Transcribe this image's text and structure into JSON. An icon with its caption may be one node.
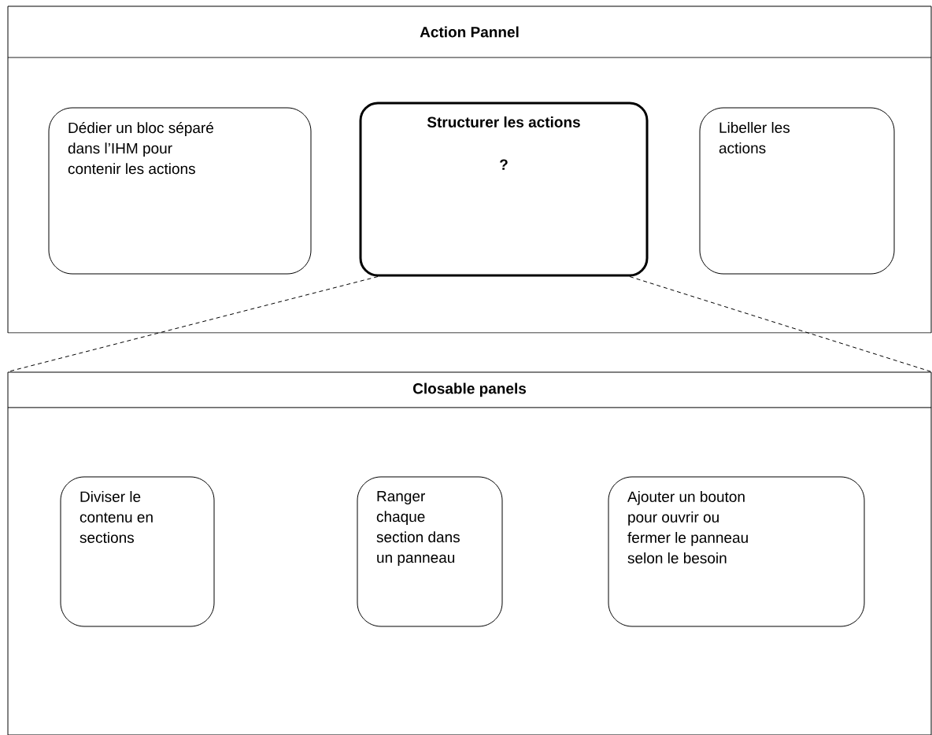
{
  "diagram": {
    "nodes": [
      {
        "text": [
          "Action Pannel"
        ]
      },
      {
        "text": [
          "Dédier un bloc séparé dans l’IHM pour contenir les actions"
        ],
        "in": 0
      },
      {
        "text": [
          "Structurer les actions",
          "?"
        ],
        "in": 0
      },
      {
        "text": [
          "Libeller les actions"
        ],
        "in": 0
      },
      {
        "text": [
          "Closable panels"
        ]
      },
      {
        "text": [
          "Diviser le contenu en sections"
        ],
        "in": 4
      },
      {
        "text": [
          "Ranger chaque section dans un panneau"
        ],
        "in": 4
      },
      {
        "text": [
          "Ajouter un bouton pour ouvrir ou fermer le panneau selon le besoin"
        ],
        "in": 4
      }
    ],
    "edges": [
      {
        "from": 2,
        "to": 4,
        "arrow": "none",
        "style": "dashed"
      },
      {
        "from": 2,
        "to": 4,
        "arrow": "none",
        "style": "dashed"
      }
    ]
  }
}
